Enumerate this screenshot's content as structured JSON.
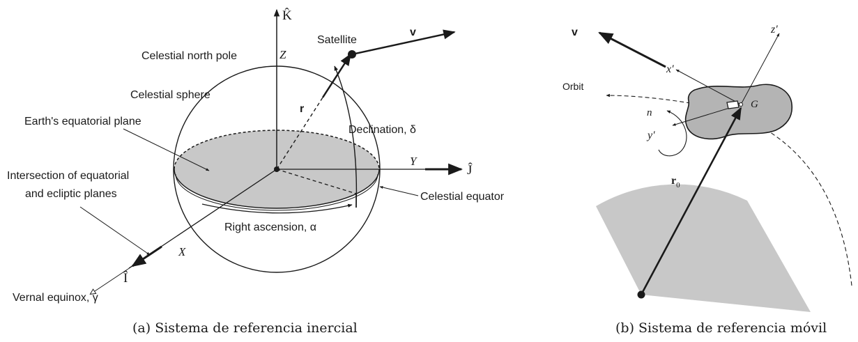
{
  "panel_a": {
    "axes": {
      "k_hat": "K̂",
      "z": "Z",
      "j_hat": "Ĵ",
      "y": "Y",
      "i_hat": "Î",
      "x": "X"
    },
    "labels": {
      "satellite": "Satellite",
      "velocity": "v",
      "radius": "r",
      "celestial_north_pole": "Celestial north pole",
      "celestial_sphere": "Celestial sphere",
      "equatorial_plane": "Earth's equatorial plane",
      "declination": "Declination, δ",
      "intersection_line1": "Intersection of equatorial",
      "intersection_line2": "and ecliptic planes",
      "celestial_equator": "Celestial equator",
      "right_ascension": "Right ascension, α",
      "vernal_equinox": "Vernal equinox, γ"
    },
    "caption": "(a) Sistema de referencia inercial"
  },
  "panel_b": {
    "labels": {
      "velocity": "v",
      "x_prime": "x′",
      "z_prime": "z′",
      "y_prime": "y′",
      "orbit": "Orbit",
      "n": "n",
      "g": "G",
      "r0": "r",
      "r0_sub": "0"
    },
    "caption": "(b) Sistema de referencia móvil"
  },
  "colors": {
    "ink": "#1a1a1a",
    "fill_gray": "#c8c8c8",
    "body_gray": "#b4b4b4"
  }
}
